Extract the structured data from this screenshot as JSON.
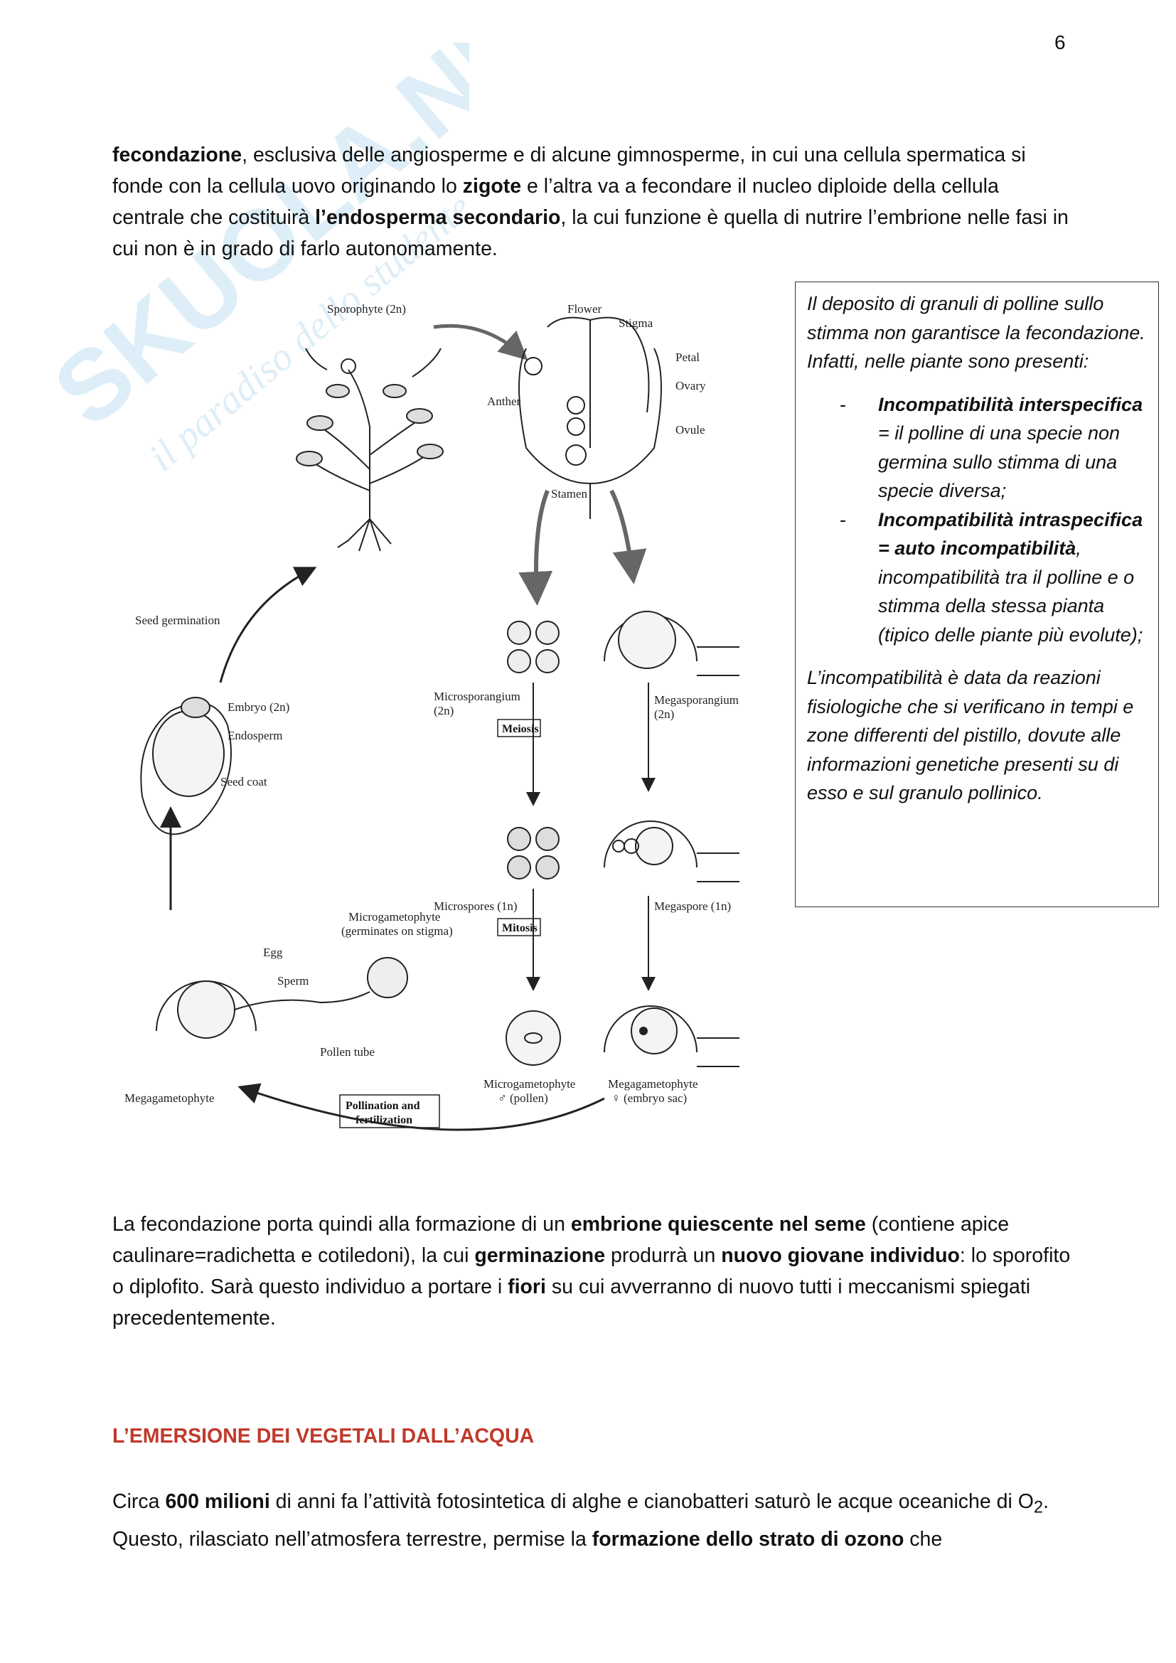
{
  "page_number": "6",
  "watermark": {
    "brand": "SKUOLA.NET",
    "tagline": "il paradiso dello studente"
  },
  "para1": {
    "t1": "fecondazione",
    "t2": ", esclusiva delle angiosperme e di alcune gimnosperme, in cui una cellula spermatica si fonde con la cellula uovo originando lo ",
    "t3": "zigote",
    "t4": " e l’altra va a fecondare il nucleo diploide della cellula centrale che costituirà ",
    "t5": "l’endosperma secondario",
    "t6": ", la cui funzione è quella di nutrire l’embrione nelle fasi in cui non è in grado di farlo autonomamente."
  },
  "figure": {
    "sporophyte": "Sporophyte (2n)",
    "flower": "Flower",
    "stigma": "Stigma",
    "petal": "Petal",
    "ovary": "Ovary",
    "ovule": "Ovule",
    "anther": "Anther",
    "stamen": "Stamen",
    "seed_germination": "Seed germination",
    "embryo": "Embryo (2n)",
    "endosperm": "Endosperm",
    "seed_coat": "Seed coat",
    "microsporangium": "Microsporangium",
    "microsporangium_ploidy": "(2n)",
    "meiosis": "Meiosis",
    "megasporangium": "Megasporangium",
    "megasporangium_ploidy": "(2n)",
    "microspores": "Microspores (1n)",
    "megaspore": "Megaspore (1n)",
    "mitosis": "Mitosis",
    "egg": "Egg",
    "sperm": "Sperm",
    "microgametophyte_stigma": "Microgametophyte",
    "germinates_on_stigma": "(germinates on stigma)",
    "pollen_tube": "Pollen tube",
    "megagametophyte_left": "Megagametophyte",
    "pollination_1": "Pollination and",
    "pollination_2": "fertilization",
    "microgametophyte": "Microgametophyte",
    "pollen": "♂ (pollen)",
    "megagametophyte": "Megagametophyte",
    "embryo_sac": "♀ (embryo sac)"
  },
  "sidebox": {
    "intro": "Il deposito di granuli di polline sullo stimma non garantisce la fecondazione. Infatti, nelle piante sono presenti:",
    "item1_bold": "Incompatibilità interspecifica",
    "item1_text": " = il polline di una specie non germina sullo stimma di una specie diversa;",
    "item2_bold": "Incompatibilità intraspecifica = auto incompatibilità",
    "item2_text": ", incompatibilità tra il polline e o stimma della stessa pianta (tipico delle piante più evolute);",
    "outro": "L’incompatibilità è data da reazioni fisiologiche che si verificano in tempi e zone differenti del pistillo, dovute alle informazioni genetiche presenti su di esso e sul granulo pollinico."
  },
  "para2": {
    "t1": "La fecondazione porta quindi alla formazione di un ",
    "t2": "embrione quiescente nel seme",
    "t3": " (contiene apice caulinare=radichetta e cotiledoni), la cui ",
    "t4": "germinazione",
    "t5": " produrrà un ",
    "t6": "nuovo giovane individuo",
    "t7": ": lo sporofito o diplofito. Sarà questo individuo a portare i ",
    "t8": "fiori",
    "t9": " su cui avverranno di nuovo tutti i meccanismi spiegati precedentemente."
  },
  "heading": "L’EMERSIONE DEI VEGETALI DALL’ACQUA",
  "para3": {
    "t1": "Circa ",
    "t2": "600 milioni",
    "t3": " di anni fa l’attività fotosintetica di alghe e cianobatteri saturò le acque oceaniche di O",
    "t3_sub": "2",
    "t4": ". Questo, rilasciato nell’atmosfera terrestre, permise la ",
    "t5": "formazione dello strato di ozono",
    "t6": " che"
  }
}
